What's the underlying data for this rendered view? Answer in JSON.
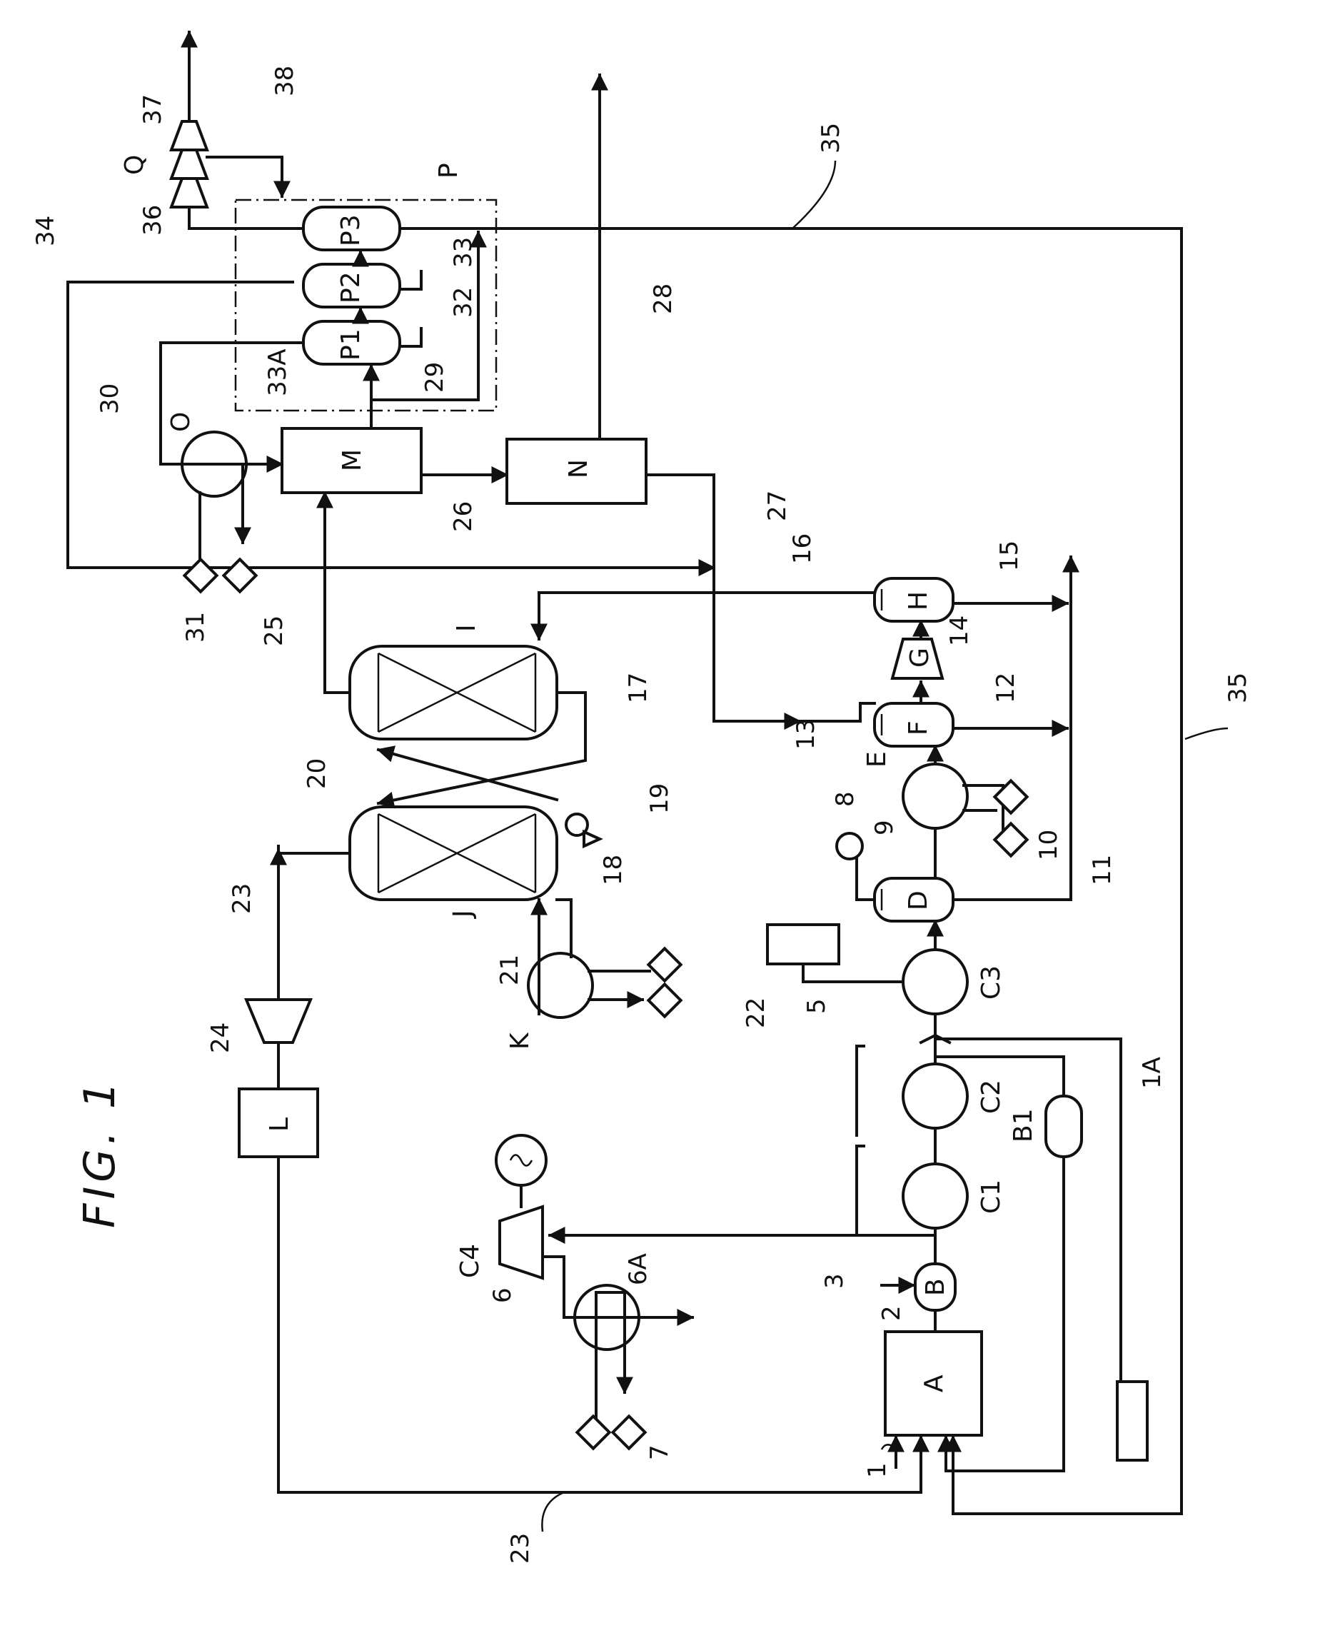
{
  "figure": {
    "title": "FIG. 1"
  },
  "units": {
    "A": "A",
    "B": "B",
    "B1": "B1",
    "C1": "C1",
    "C2": "C2",
    "C3": "C3",
    "C4": "C4",
    "D": "D",
    "E": "E",
    "F": "F",
    "G": "G",
    "H": "H",
    "I": "I",
    "J": "J",
    "K": "K",
    "L": "L",
    "M": "M",
    "N": "N",
    "O": "O",
    "P": "P",
    "P1": "P1",
    "P2": "P2",
    "P3": "P3",
    "Q": "Q"
  },
  "refs": {
    "r1": "1",
    "r1A": "1A",
    "r2": "2",
    "r3": "3",
    "r5": "5",
    "r6": "6",
    "r6A": "6A",
    "r7": "7",
    "r8": "8",
    "r9": "9",
    "r10": "10",
    "r11": "11",
    "r12": "12",
    "r13": "13",
    "r14": "14",
    "r15": "15",
    "r16": "16",
    "r17": "17",
    "r18": "18",
    "r19": "19",
    "r20": "20",
    "r21": "21",
    "r22": "22",
    "r23a": "23",
    "r23b": "23",
    "r24": "24",
    "r25": "25",
    "r26": "26",
    "r27": "27",
    "r28": "28",
    "r29": "29",
    "r30": "30",
    "r31": "31",
    "r32": "32",
    "r33": "33",
    "r33A": "33A",
    "r34": "34",
    "r35a": "35",
    "r35b": "35",
    "r36": "36",
    "r37": "37",
    "r38": "38"
  }
}
